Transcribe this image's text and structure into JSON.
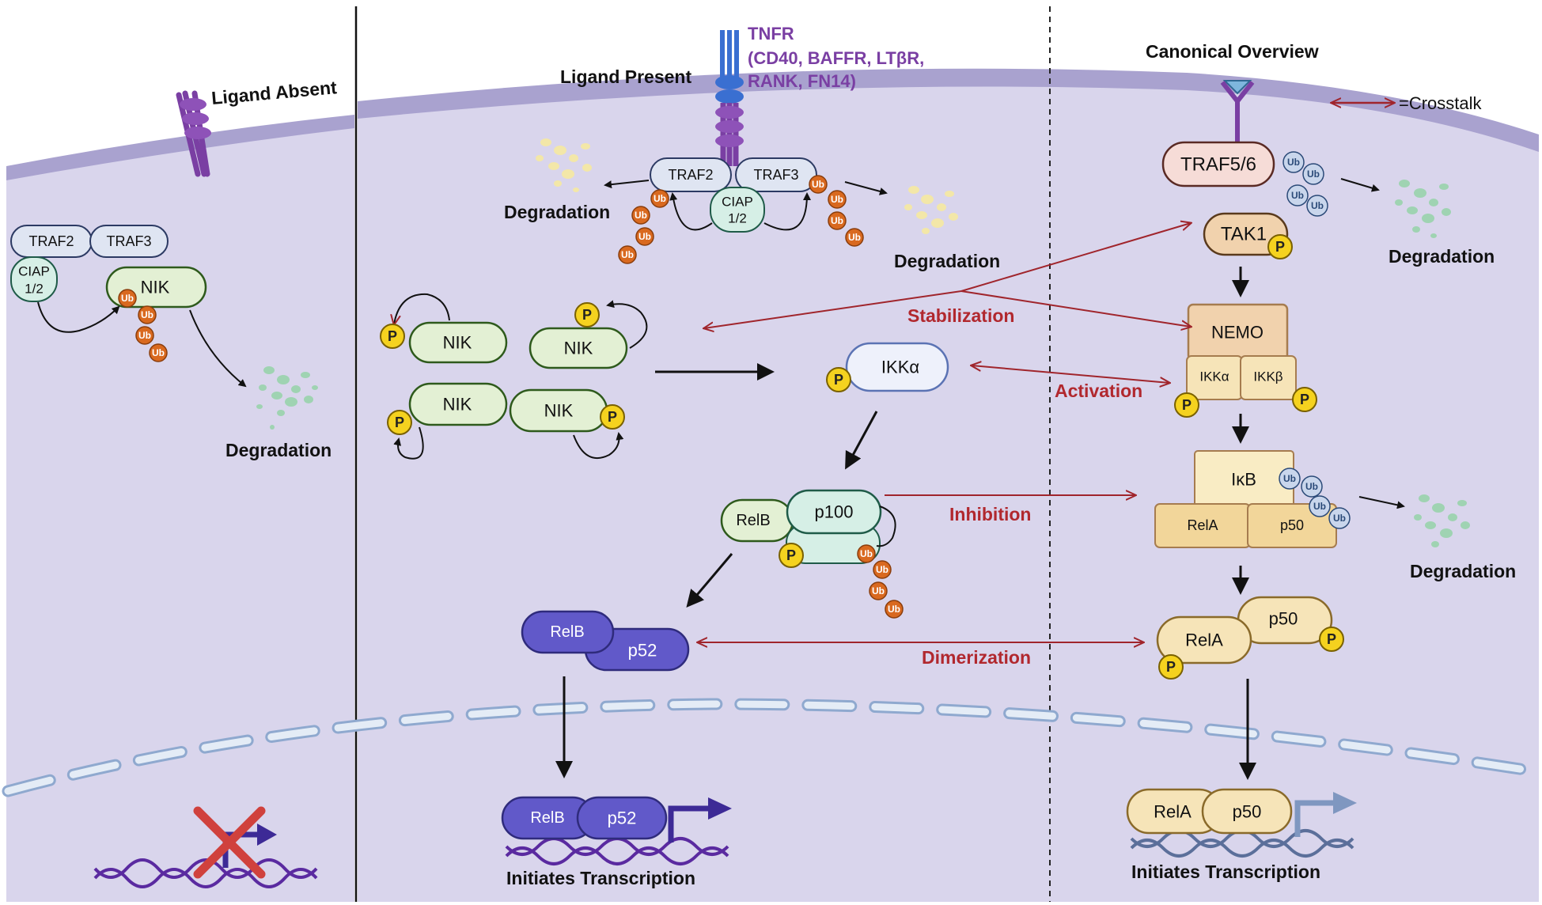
{
  "panels": {
    "left": {
      "title": "Ligand Absent"
    },
    "middle": {
      "title": "Ligand Present"
    },
    "right": {
      "title": "Canonical Overview"
    }
  },
  "receptor": {
    "name": "TNFR",
    "members_line1": "(CD40, BAFFR, LTβR,",
    "members_line2": "RANK, FN14)"
  },
  "legend": {
    "crosstalk": "=Crosstalk"
  },
  "proteins": {
    "traf2": "TRAF2",
    "traf3": "TRAF3",
    "ciap_line1": "CIAP",
    "ciap_line2": "1/2",
    "nik": "NIK",
    "ikka": "IKKα",
    "ikkb": "IKKβ",
    "relb": "RelB",
    "p100": "p100",
    "p52": "p52",
    "traf56": "TRAF5/6",
    "tak1": "TAK1",
    "nemo": "NEMO",
    "ikb": "IκB",
    "rela": "RelA",
    "p50": "p50"
  },
  "marks": {
    "ub": "Ub",
    "p": "P"
  },
  "labels": {
    "degradation": "Degradation",
    "initiates": "Initiates Transcription"
  },
  "crosstalk": {
    "stabilization": "Stabilization",
    "activation": "Activation",
    "inhibition": "Inhibition",
    "dimerization": "Dimerization"
  },
  "colors": {
    "cytoplasm": "#d9d5ec",
    "membrane": "#a9a2cf",
    "crosstalk_arrow": "#a0252c",
    "crosstalk_text": "#b1282e",
    "receptor_purple": "#7a3fa3",
    "ub_orange": "#d9691f",
    "ub_blue": "#c9d6ec",
    "phosphate": "#f5d21f",
    "nik_fill": "#e3f0d4",
    "traf_fill": "#dfe5f2",
    "ciap_fill": "#d6efe6",
    "noncanon_blue": "#6159c9",
    "canon_tan": "#f6e4b8",
    "nemo_fill": "#f1d2ad",
    "traf56_fill": "#f6dcd7"
  }
}
